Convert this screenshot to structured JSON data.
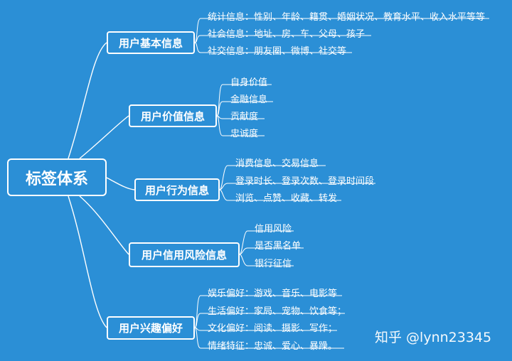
{
  "root": {
    "label": "标签体系"
  },
  "branches": [
    {
      "label": "用户基本信息",
      "leaves": [
        "统计信息：性别、年龄、籍贯、婚姻状况、教育水平、收入水平等等",
        "社会信息：地址、房、车、父母、孩子",
        "社交信息：朋友圈、微博、社交等"
      ]
    },
    {
      "label": "用户价值信息",
      "leaves": [
        "自身价值",
        "金融信息",
        "贡献度",
        "忠诚度"
      ]
    },
    {
      "label": "用户行为信息",
      "leaves": [
        "消费信息、交易信息",
        "登录时长、登录次数、登录时间段",
        "浏览、点赞、收藏、转发"
      ]
    },
    {
      "label": "用户信用风险信息",
      "leaves": [
        "信用风险",
        "是否黑名单",
        "银行征信"
      ]
    },
    {
      "label": "用户兴趣偏好",
      "leaves": [
        "娱乐偏好：游戏、音乐、电影等",
        "生活偏好：家局、宠物、饮食等；",
        "文化偏好：阅读、摄影、写作；",
        "情绪特征：忠诚、爱心、暴躁。"
      ]
    }
  ],
  "watermark": "知乎 @lynn23345",
  "colors": {
    "background": "#2b8fd6",
    "line": "#ffffff"
  }
}
